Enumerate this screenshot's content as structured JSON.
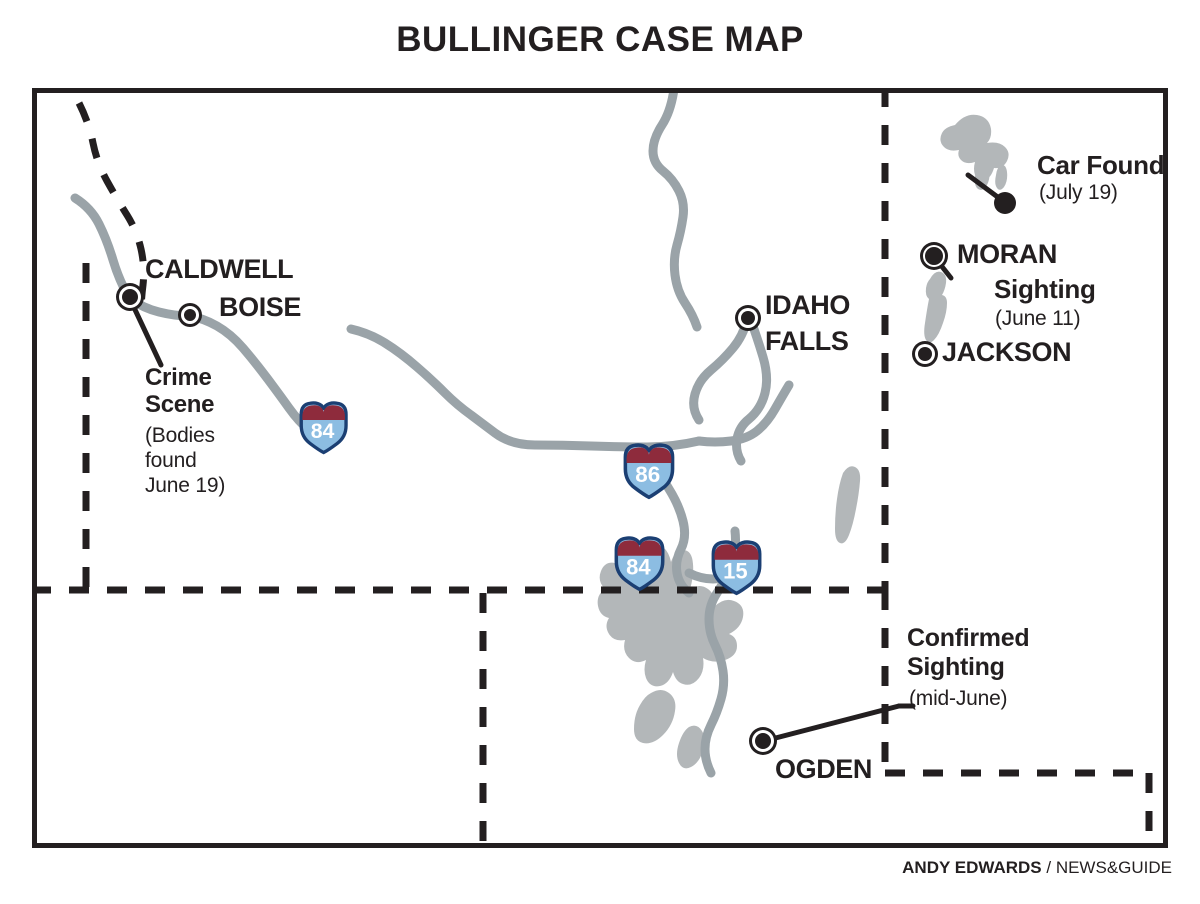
{
  "title": "BULLINGER CASE MAP",
  "credit": {
    "author": "ANDY EDWARDS",
    "separator": " / ",
    "publication": "NEWS&GUIDE"
  },
  "colors": {
    "frame": "#231f20",
    "road": "#9aa3a8",
    "water": "#b3b7b9",
    "shield_body": "#8cbde2",
    "shield_crown": "#8e2b3c",
    "shield_outline": "#1b3f73",
    "shield_text": "#ffffff",
    "text": "#231f20",
    "background": "#ffffff"
  },
  "cities": [
    {
      "id": "caldwell",
      "label": "CALDWELL",
      "marker": "filled-dot"
    },
    {
      "id": "boise",
      "label": "BOISE",
      "marker": "ring-dot"
    },
    {
      "id": "idaho-falls",
      "label_line1": "IDAHO",
      "label_line2": "FALLS",
      "marker": "ring-dot"
    },
    {
      "id": "moran",
      "label": "MORAN",
      "marker": "filled-dot"
    },
    {
      "id": "jackson",
      "label": "JACKSON",
      "marker": "ring-dot"
    },
    {
      "id": "ogden",
      "label": "OGDEN",
      "marker": "filled-dot"
    }
  ],
  "annotations": [
    {
      "id": "crime-scene",
      "line1": "Crime",
      "line2": "Scene",
      "detail1": "(Bodies",
      "detail2": "found",
      "detail3": "June 19)"
    },
    {
      "id": "car-found",
      "line1": "Car Found",
      "detail1": "(July 19)"
    },
    {
      "id": "moran-sighting",
      "line1": "Sighting",
      "detail1": "(June 11)"
    },
    {
      "id": "confirmed-sighting",
      "line1": "Confirmed",
      "line2": "Sighting",
      "detail1": "(mid-June)"
    }
  ],
  "highway_shields": [
    {
      "id": "i84-boise",
      "number": "84",
      "type": "interstate"
    },
    {
      "id": "i86",
      "number": "86",
      "type": "interstate"
    },
    {
      "id": "i84-south",
      "number": "84",
      "type": "interstate"
    },
    {
      "id": "i15",
      "number": "15",
      "type": "interstate"
    }
  ],
  "water_bodies": [
    {
      "id": "yellowstone-lake"
    },
    {
      "id": "jackson-lake"
    },
    {
      "id": "bear-lake"
    },
    {
      "id": "great-salt-lake"
    }
  ],
  "borders": [
    {
      "id": "idaho-oregon-border",
      "style": "dashed"
    },
    {
      "id": "idaho-nevada-border",
      "style": "dashed"
    },
    {
      "id": "nevada-utah-border",
      "style": "dashed"
    },
    {
      "id": "idaho-wyoming-border",
      "style": "dashed"
    },
    {
      "id": "utah-wyoming-border",
      "style": "dashed"
    }
  ]
}
